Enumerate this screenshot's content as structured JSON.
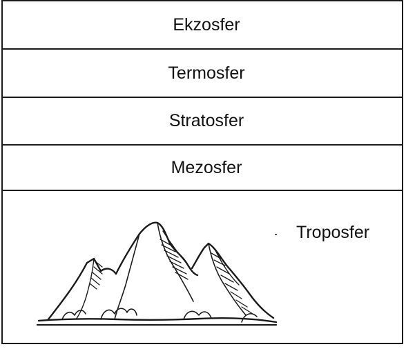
{
  "layers": [
    {
      "label": "Ekzosfer"
    },
    {
      "label": "Termosfer"
    },
    {
      "label": "Stratosfer"
    },
    {
      "label": "Mezosfer"
    },
    {
      "label": "Troposfer"
    }
  ],
  "illustration": {
    "icon": "mountain-icon"
  },
  "colors": {
    "line": "#1a1a1a",
    "background": "#ffffff"
  }
}
